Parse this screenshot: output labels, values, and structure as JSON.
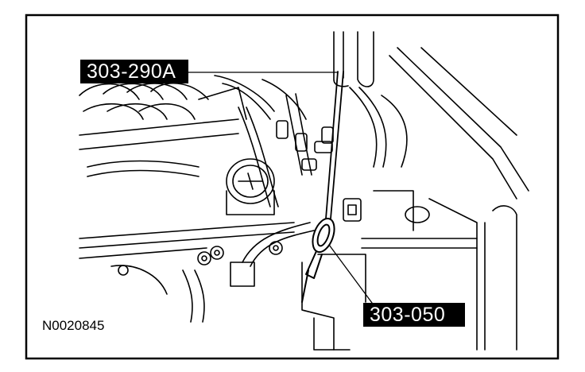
{
  "callouts": {
    "tool_a": "303-290A",
    "tool_b": "303-050"
  },
  "figure_code": "N0020845",
  "colors": {
    "ink": "#000000",
    "paper": "#ffffff",
    "label_background": "#000000",
    "label_text": "#ffffff"
  }
}
